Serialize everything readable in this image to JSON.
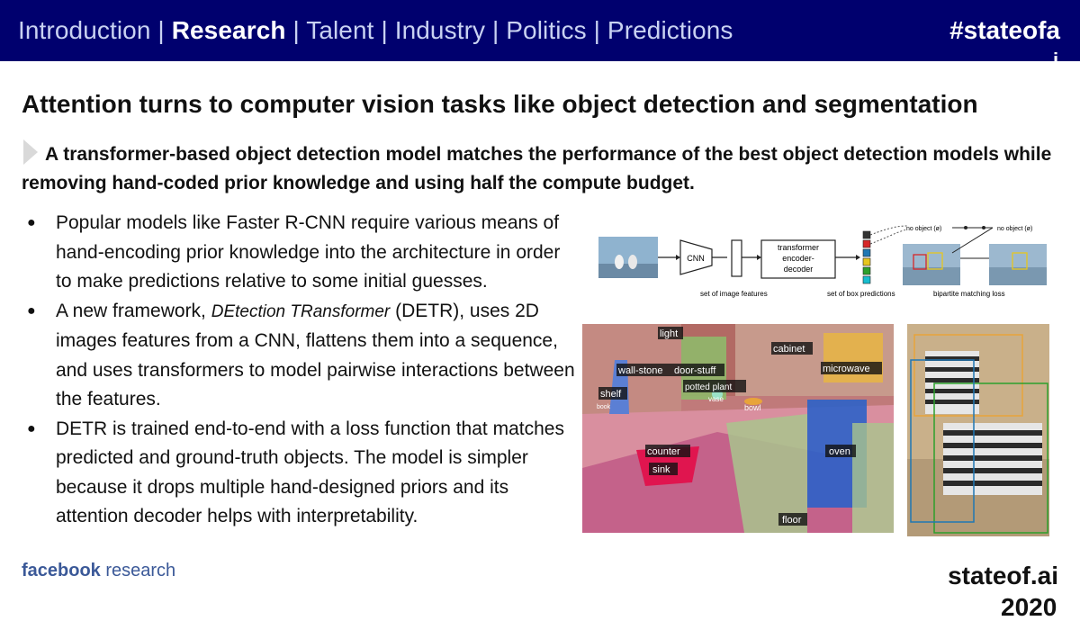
{
  "nav": {
    "items": [
      {
        "label": "Introduction",
        "active": false
      },
      {
        "label": "Research",
        "active": true
      },
      {
        "label": "Talent",
        "active": false
      },
      {
        "label": "Industry",
        "active": false
      },
      {
        "label": "Politics",
        "active": false
      },
      {
        "label": "Predictions",
        "active": false
      }
    ],
    "separator": "|",
    "hashtag": "#stateofa",
    "hashtag_overflow": "i"
  },
  "title": "Attention turns to computer vision tasks like object detection and segmentation",
  "subtitle": {
    "line1": "A transformer-based object detection model matches the performance of the best object detection models while",
    "line2": "removing hand-coded prior knowledge and using half the compute budget."
  },
  "bullets": [
    {
      "text": "Popular models like Faster R-CNN require various means of hand-encoding prior knowledge into the architecture in order to make predictions relative to some initial guesses."
    },
    {
      "pre": "A new framework, ",
      "em": "DEtection TRansformer",
      "post": " (DETR), uses 2D images features from a CNN, flattens them into a sequence, and uses transformers to model pairwise interactions between the features."
    },
    {
      "text": "DETR is trained end-to-end with a loss function that matches predicted and ground-truth objects. The model is simpler because it drops multiple hand-designed priors and its attention decoder helps with interpretability."
    }
  ],
  "bullet_marker": "●",
  "footer": {
    "logo_brand": "facebook",
    "logo_suffix": " research",
    "site": "stateof.ai",
    "site_year_overflow": "2020"
  },
  "diagram": {
    "cnn_label": "CNN",
    "transformer_label_1": "transformer",
    "transformer_label_2": "encoder-",
    "transformer_label_3": "decoder",
    "caption_features": "set of image features",
    "caption_predictions": "set of box predictions",
    "caption_matching": "bipartite matching loss",
    "no_object_1": "no object (ø)",
    "no_object_2": "no object (ø)",
    "box_colors": [
      "#333333",
      "#d62728",
      "#1f77b4",
      "#e7c61f",
      "#2ca02c",
      "#17becf"
    ]
  },
  "segmentation": {
    "labels": [
      "light",
      "cabinet",
      "wall-stone",
      "door-stuff",
      "microwave",
      "shelf",
      "potted plant",
      "vase",
      "bowl",
      "counter",
      "sink",
      "oven",
      "floor",
      "book"
    ]
  }
}
